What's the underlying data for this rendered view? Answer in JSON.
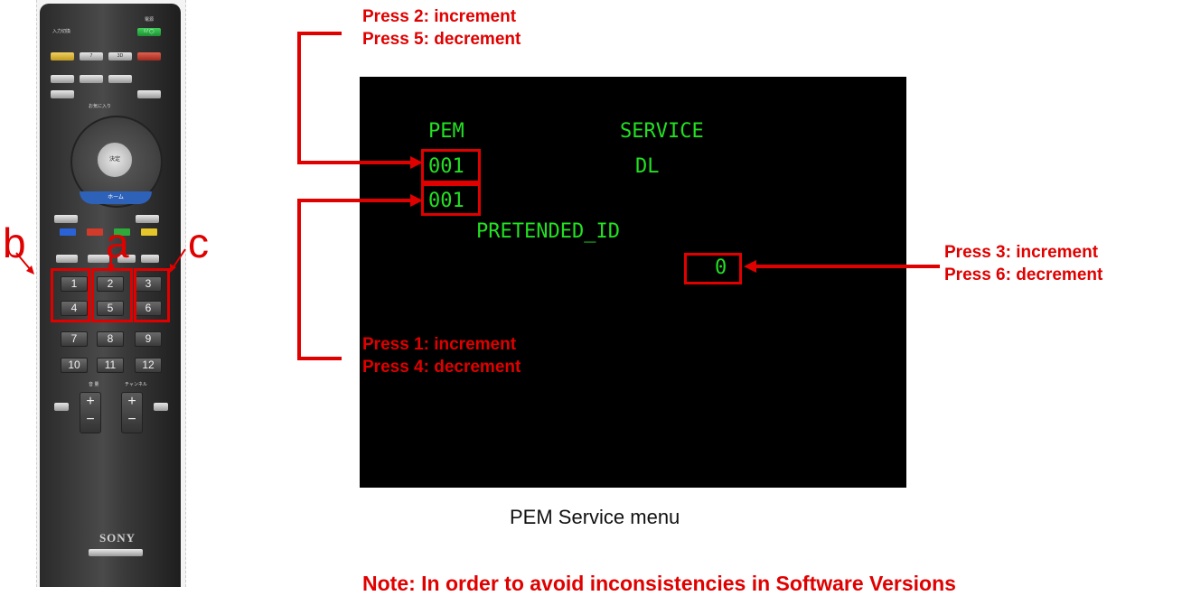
{
  "remote": {
    "brand": "SONY",
    "column_labels": {
      "a": "a",
      "b": "b",
      "c": "c"
    },
    "number_keys": [
      "1",
      "2",
      "3",
      "4",
      "5",
      "6",
      "7",
      "8",
      "9",
      "10",
      "11",
      "12"
    ],
    "jp_labels": {
      "input": "入力切換",
      "power": "電源",
      "dpad_center": "決定",
      "home": "ホーム",
      "favorites": "お気に入り",
      "channel": "チャンネル",
      "volume": "音 量"
    },
    "colors": {
      "blue": "#2a63d8",
      "red": "#d23a2a",
      "green": "#2faa3a",
      "yellow": "#e6c52a"
    }
  },
  "screen": {
    "header_pem": "PEM",
    "header_service": "SERVICE",
    "pem_value_1": "001",
    "service_value": "DL",
    "pem_value_2": "001",
    "pretended_label": "PRETENDED_ID",
    "pretended_value": "0"
  },
  "callouts": {
    "top_line1": "Press 2: increment",
    "top_line2": "Press 5: decrement",
    "bottom_line1": "Press 1: increment",
    "bottom_line2": "Press 4: decrement",
    "right_line1": "Press 3: increment",
    "right_line2": "Press 6: decrement"
  },
  "caption": "PEM Service menu",
  "note": "Note: In order to avoid inconsistencies in Software Versions",
  "colors": {
    "annotation_red": "#e00000",
    "screen_text_green": "#22e022"
  }
}
